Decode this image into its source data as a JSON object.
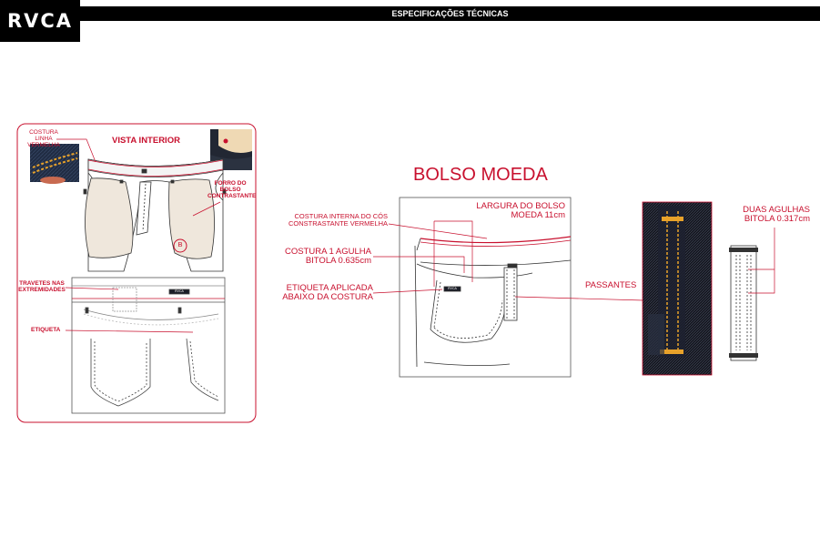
{
  "header": {
    "brand": "RVCA",
    "title": "ESPECIFICAÇÕES TÉCNICAS"
  },
  "left_panel": {
    "costura_linha": [
      "COSTURA",
      "LINHA VERMELHA"
    ],
    "vista_interior": "VISTA INTERIOR",
    "forro_bolso": [
      "FORRO DO",
      "BOLSO",
      "CONTRASTANTE"
    ],
    "badge": "B",
    "travetes": [
      "TRAVETES NAS",
      "EXTREMIDADES"
    ],
    "etiqueta": "ETIQUETA",
    "tag_text": "RVCA"
  },
  "right_panel": {
    "title": "BOLSO MOEDA",
    "largura": [
      "LARGURA DO BOLSO",
      "MOEDA 11cm"
    ],
    "costura_interna": [
      "COSTURA INTERNA DO CÓS",
      "CONSTRASTANTE VERMELHA"
    ],
    "costura_1": [
      "COSTURA 1 AGULHA",
      "BITOLA 0.635cm"
    ],
    "etiqueta_aplicada": [
      "ETIQUETA APLICADA",
      "ABAIXO DA COSTURA"
    ],
    "passantes": "PASSANTES",
    "duas_agulhas": [
      "DUAS AGULHAS",
      "BITOLA 0.317cm"
    ],
    "tag_text": "RVCA"
  },
  "colors": {
    "accent": "#c8102e",
    "denim": "#1a1d27",
    "thread": "#e8a22a",
    "pocket_lining": "#efe7dc",
    "header_bg": "#000000"
  }
}
